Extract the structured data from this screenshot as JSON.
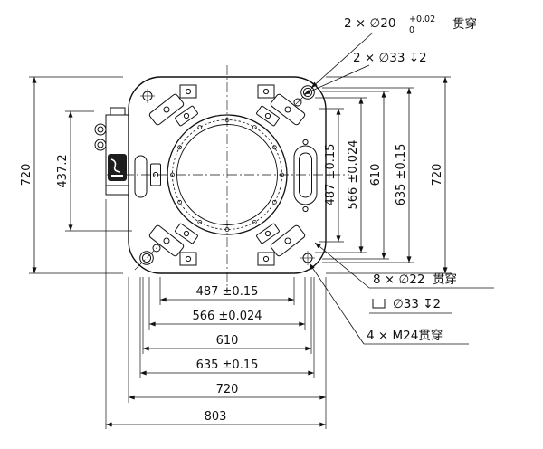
{
  "drawing": {
    "callouts": {
      "top_hole": {
        "label": "2 × ∅20",
        "tol_upper": "+0.02",
        "tol_lower": "0",
        "through": "贯穿"
      },
      "top_cbore": {
        "label": "2 × ∅33 ↧2"
      },
      "bottom_hole": {
        "label": "8 × ∅22",
        "through": "贯穿"
      },
      "bottom_cbore": {
        "label": "∅33 ↧2"
      },
      "bottom_thread": {
        "label": "4 × M24贯穿"
      }
    },
    "dims_left": [
      "720",
      "437.2"
    ],
    "dims_right": [
      "487 ±0.15",
      "566 ±0.024",
      "610",
      "635 ±0.15",
      "720"
    ],
    "dims_bottom": [
      "487 ±0.15",
      "566 ±0.024",
      "610",
      "635 ±0.15",
      "720",
      "803"
    ],
    "icons": {
      "counterbore": "⌴",
      "depth": "↧",
      "diameter": "∅"
    }
  }
}
